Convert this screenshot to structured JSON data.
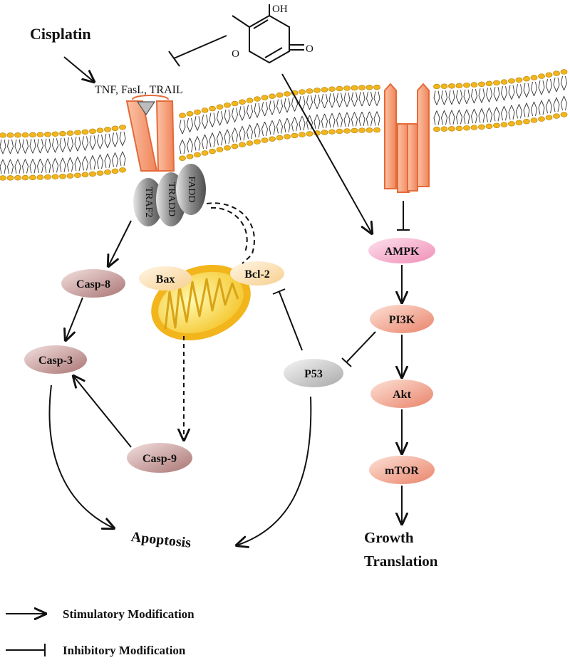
{
  "drug": "Cisplatin",
  "compound": {
    "hydroxyl": "OH",
    "ketone": "O",
    "ring_oxygen": "O"
  },
  "ligands": "TNF, FasL, TRAIL",
  "adaptors": {
    "fadd": "FADD",
    "tradd": "TRADD",
    "traf2": "TRAF2"
  },
  "nodes": {
    "casp8": "Casp-8",
    "casp3": "Casp-3",
    "casp9": "Casp-9",
    "bax": "Bax",
    "bcl2": "Bcl-2",
    "p53": "P53",
    "ampk": "AMPK",
    "pi3k": "PI3K",
    "akt": "Akt",
    "mtor": "mTOR"
  },
  "outcomes": {
    "apoptosis": "Apoptosis",
    "growth": "Growth",
    "translation": "Translation"
  },
  "legend": {
    "stimulatory": "Stimulatory Modification",
    "inhibitory": "Inhibitory Modification"
  },
  "colors": {
    "receptor": "#F4A07A",
    "receptor_stroke": "#E46A3A",
    "membrane_head": "#F2B51C",
    "mito_outer": "#F2B51C",
    "mito_inner": "#FFF27A",
    "casp": "#C99A98",
    "ampk": "#F6AFCB",
    "kinase": "#F2A390",
    "p53": "#CFCFCF",
    "bax_bcl2": "#FCE3B8"
  }
}
